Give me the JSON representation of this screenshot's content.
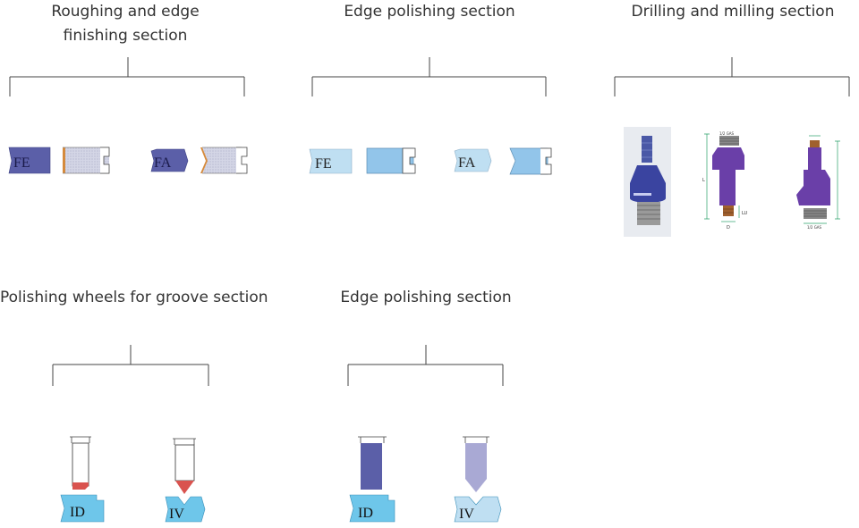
{
  "sections": [
    {
      "id": "roughing",
      "title_line1": "Roughing and edge",
      "title_line2": "finishing section"
    },
    {
      "id": "edge-polishing-1",
      "title": "Edge polishing section"
    },
    {
      "id": "drilling",
      "title": "Drilling and milling section"
    },
    {
      "id": "groove",
      "title": "Polishing wheels for groove section"
    },
    {
      "id": "edge-polishing-2",
      "title": "Edge polishing section"
    }
  ],
  "profiles": {
    "fe": "FE",
    "fa": "FA",
    "id": "ID",
    "iv": "IV"
  },
  "drill_dims": {
    "thread_a": "1/2 GAS",
    "l": "L",
    "lu": "LU",
    "d": "D",
    "thread_b": "1/2 GAS"
  },
  "colors": {
    "dark_blue": "#5b5fa8",
    "light_blue": "#bfdff2",
    "mid_blue": "#92c5ea",
    "stone_blue": "#6ec6ea",
    "pale_purple": "#a9a9d4",
    "grey_texture": "#d4d6e6",
    "copper": "#d58a3c",
    "groove_red": "#d9534f"
  }
}
